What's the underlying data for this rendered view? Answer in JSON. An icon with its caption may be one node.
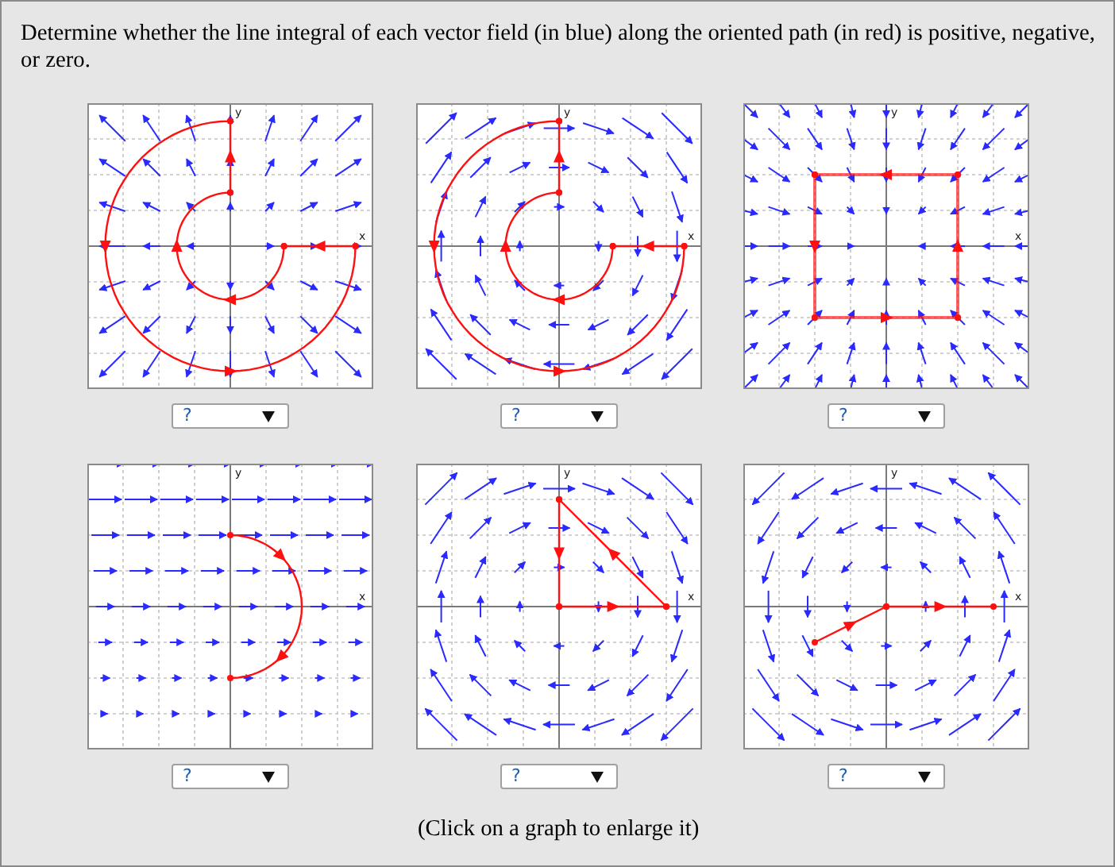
{
  "diagram": {
    "title": "Determine whether the line integral of each vector field (in blue) along the oriented path (in red) is positive, negative, or zero.",
    "caption": "(Click on a graph to enlarge it)",
    "labels": [
      "y",
      "x",
      "y",
      "x",
      "y",
      "x",
      "?",
      "?",
      "?",
      "y",
      "x",
      "y",
      "x",
      "y",
      "x",
      "?",
      "?",
      "?"
    ]
  }
}
